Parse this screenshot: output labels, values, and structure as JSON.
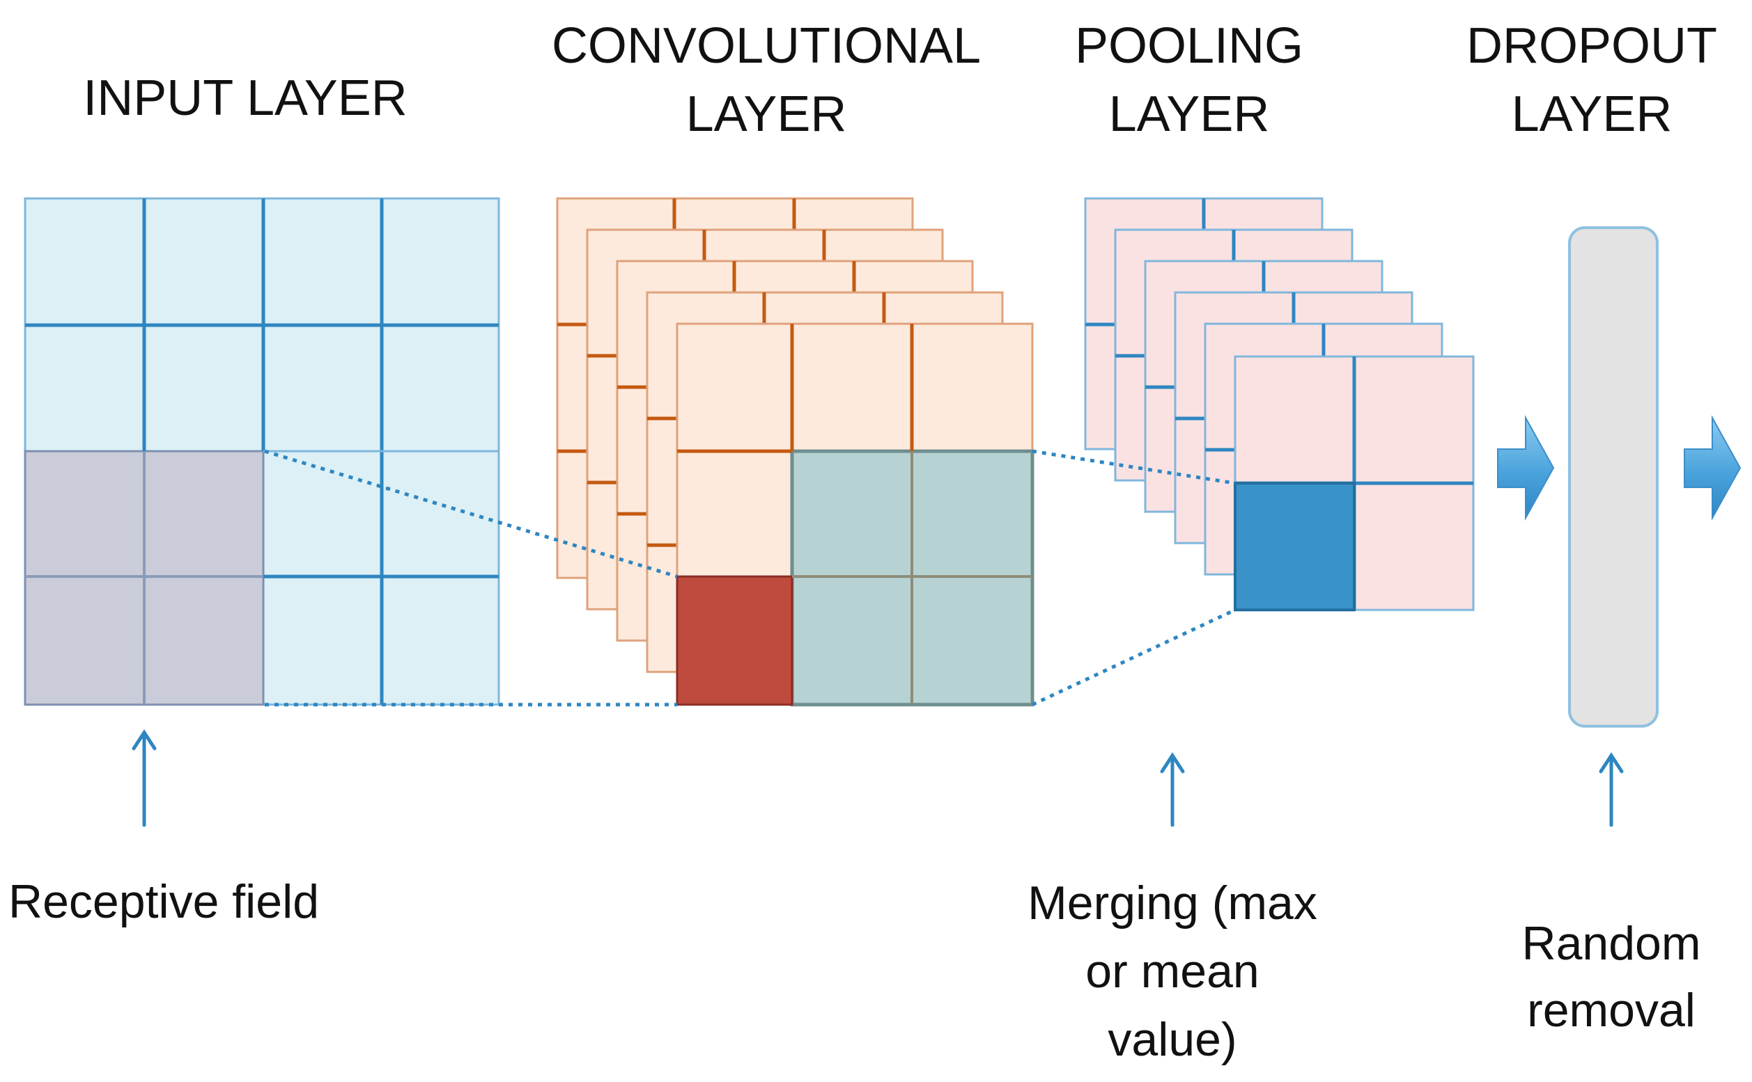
{
  "labels": {
    "input_layer": "INPUT LAYER",
    "conv_line1": "CONVOLUTIONAL",
    "conv_line2": "LAYER",
    "pool_line1": "POOLING",
    "pool_line2": "LAYER",
    "dropout_line1": "DROPOUT",
    "dropout_line2": "LAYER"
  },
  "captions": {
    "receptive_field": "Receptive field",
    "merging_line1": "Merging (max",
    "merging_line2": "or mean",
    "merging_line3": "value)",
    "random_line1": "Random",
    "random_line2": "removal"
  },
  "colors": {
    "input_fill": "#dcf0f6",
    "input_grid": "#2e86c1",
    "receptive_fill": "#cbccd9",
    "conv_fill": "#fdeadd",
    "conv_grid": "#c55a11",
    "conv_highlight": "#bec149",
    "conv_region": "#b7d2d3",
    "pool_fill": "#fbe2e2",
    "pool_grid": "#2e86c1",
    "pool_highlight": "#3a93c8",
    "dropout_fill": "#e3e3e3",
    "arrow": "#4fa6da",
    "pointer": "#2e86c1"
  }
}
